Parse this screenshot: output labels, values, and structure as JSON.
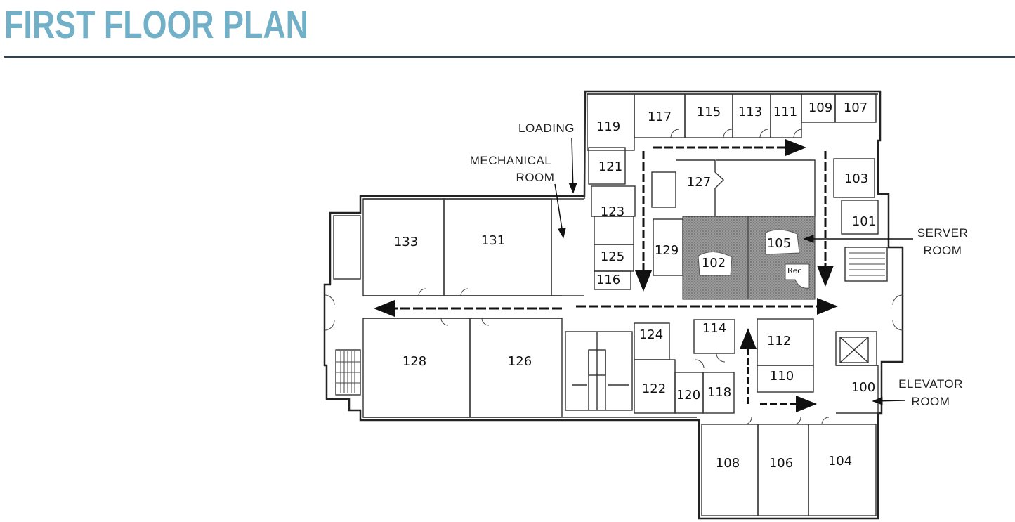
{
  "page": {
    "title": "FIRST FLOOR PLAN"
  },
  "rooms": {
    "r100": "100",
    "r101": "101",
    "r102": "102",
    "r103": "103",
    "r104": "104",
    "r105": "105",
    "r106": "106",
    "r107": "107",
    "r108": "108",
    "r109": "109",
    "r110": "110",
    "r111": "111",
    "r112": "112",
    "r113": "113",
    "r114": "114",
    "r115": "115",
    "r116": "116",
    "r117": "117",
    "r118": "118",
    "r119": "119",
    "r120": "120",
    "r121": "121",
    "r122": "122",
    "r123": "123",
    "r124": "124",
    "r125": "125",
    "r126": "126",
    "r127": "127",
    "r128": "128",
    "r129": "129",
    "r131": "131",
    "r133": "133",
    "rec": "Rec"
  },
  "callouts": {
    "loading": "LOADING",
    "mechanical_1": "MECHANICAL",
    "mechanical_2": "ROOM",
    "server_1": "SERVER",
    "server_2": "ROOM",
    "elevator_1": "ELEVATOR",
    "elevator_2": "ROOM"
  },
  "colors": {
    "title": "#72b0c7",
    "rule": "#34424d",
    "server_shade": "#8a8a8a",
    "walls": "#222222"
  }
}
